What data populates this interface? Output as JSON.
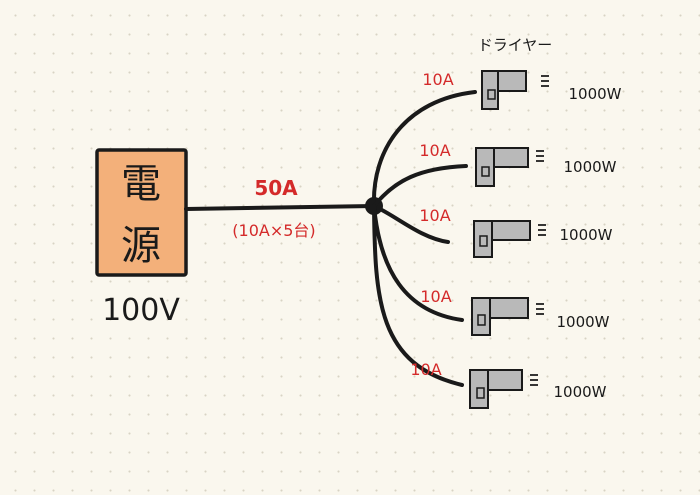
{
  "power_source": {
    "label_line1": "電",
    "label_line2": "源",
    "voltage": "100V",
    "fill_color": "#f3b07a"
  },
  "main_cable": {
    "current": "50A",
    "breakdown": "(10A×5台)"
  },
  "devices_title": "ドライヤー",
  "branches": [
    {
      "current": "10A",
      "power": "1000W"
    },
    {
      "current": "10A",
      "power": "1000W"
    },
    {
      "current": "10A",
      "power": "1000W"
    },
    {
      "current": "10A",
      "power": "1000W"
    },
    {
      "current": "10A",
      "power": "1000W"
    }
  ],
  "colors": {
    "accent_red": "#d42a2a",
    "ink": "#1a1a1a",
    "dryer_gray": "#b9b9b9"
  }
}
